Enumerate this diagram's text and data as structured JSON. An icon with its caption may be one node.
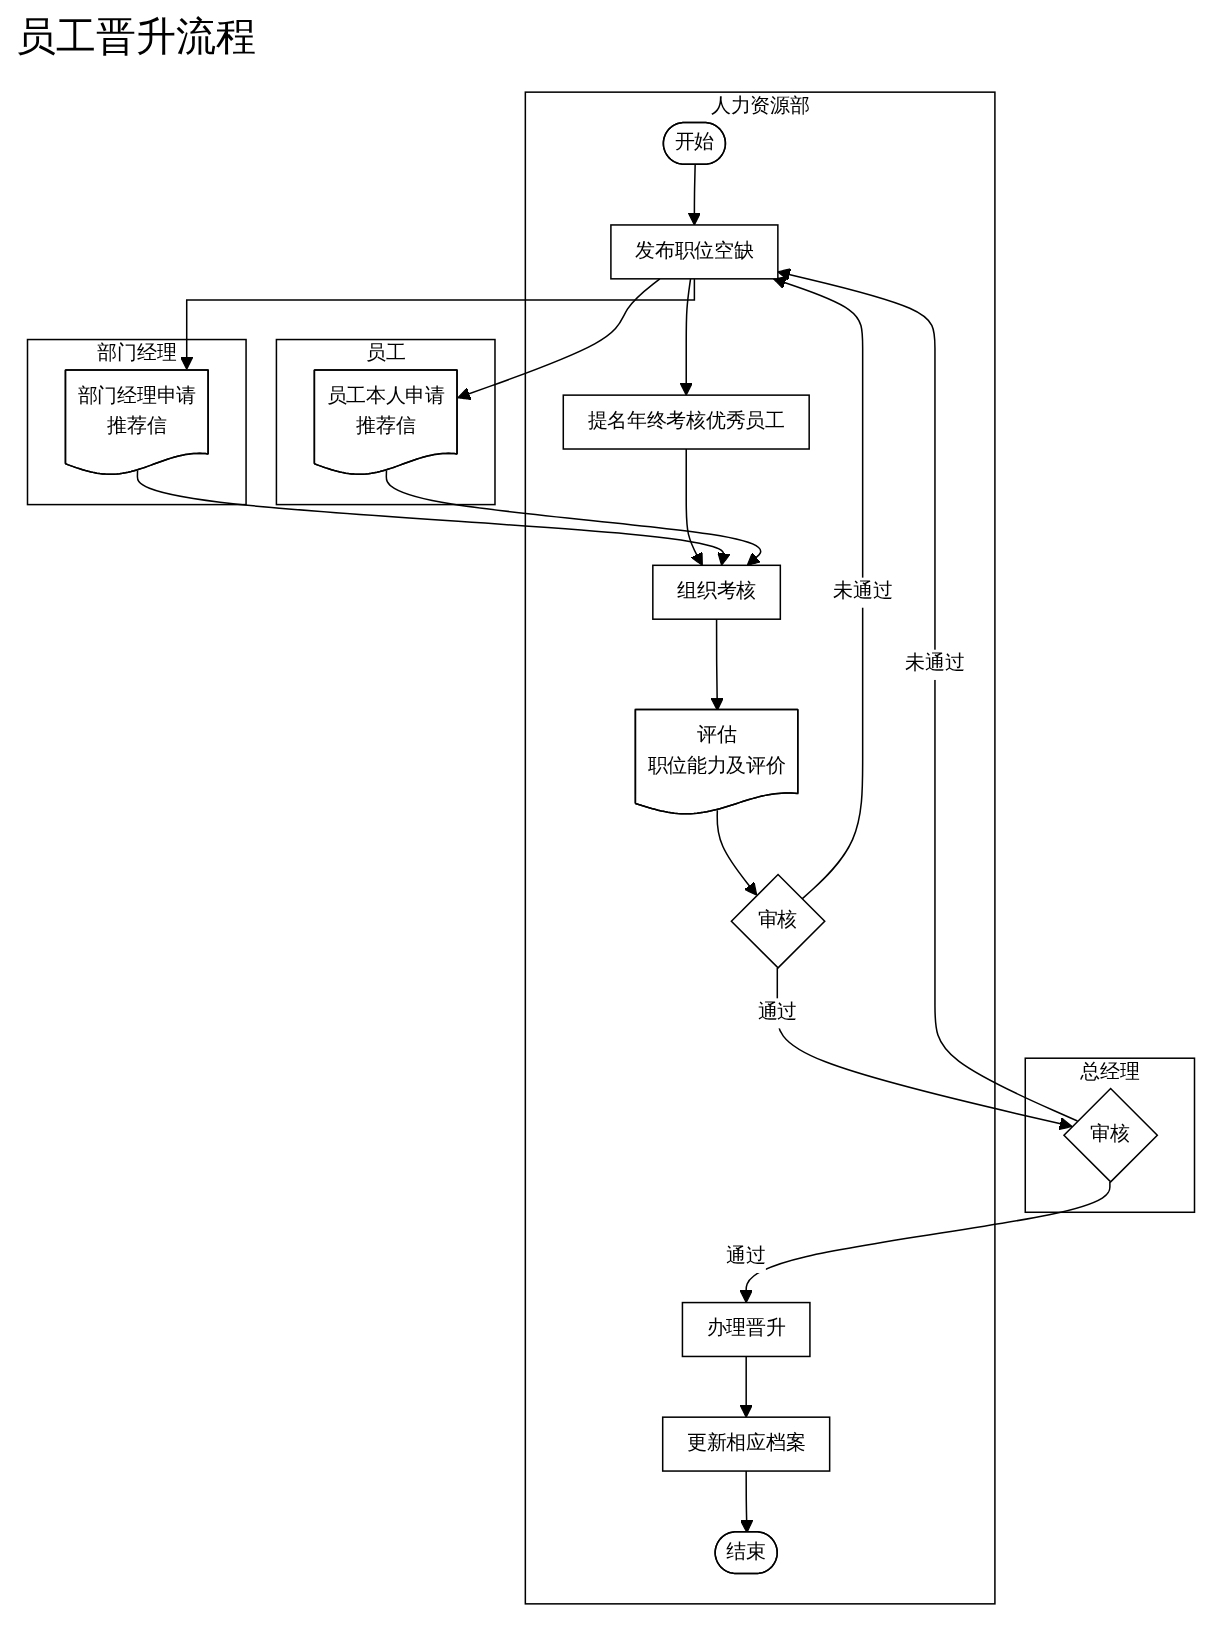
{
  "diagram": {
    "title": "员工晋升流程",
    "nodes": [
      {
        "text": [
          "总经理"
        ]
      },
      {
        "text": [
          "人力资源部"
        ]
      },
      {
        "text": [
          "部门经理"
        ]
      },
      {
        "text": [
          "员工"
        ]
      },
      {
        "text": [
          "开始"
        ],
        "in": 1
      },
      {
        "text": [
          "发布职位空缺"
        ],
        "in": 1
      },
      {
        "text": [
          "提名年终考核优秀员工"
        ],
        "in": 1
      },
      {
        "text": [
          "部门经理申请",
          "推荐信"
        ],
        "in": 2
      },
      {
        "text": [
          "员工本人申请",
          "推荐信"
        ],
        "in": 3
      },
      {
        "text": [
          "组织考核"
        ],
        "in": 1
      },
      {
        "text": [
          "评估",
          "职位能力及评价"
        ],
        "in": 1
      },
      {
        "text": [
          "审核"
        ],
        "in": 1
      },
      {
        "text": [
          "审核"
        ],
        "in": 0
      },
      {
        "text": [
          "办理晋升"
        ],
        "in": 1
      },
      {
        "text": [
          "更新相应档案"
        ],
        "in": 1
      },
      {
        "text": [
          "结束"
        ],
        "in": 1
      }
    ],
    "edges": [
      {
        "from": 4,
        "to": 5,
        "arrow": "to"
      },
      {
        "from": 5,
        "to": 7,
        "arrow": "to"
      },
      {
        "from": 5,
        "to": 6,
        "arrow": "to"
      },
      {
        "from": 5,
        "to": 8,
        "arrow": "to"
      },
      {
        "from": 6,
        "to": 9,
        "arrow": "to"
      },
      {
        "from": 7,
        "to": 9,
        "arrow": "to"
      },
      {
        "from": 8,
        "to": 9,
        "arrow": "to"
      },
      {
        "from": 9,
        "to": 10,
        "arrow": "to"
      },
      {
        "from": 10,
        "to": 11,
        "arrow": "to"
      },
      {
        "from": 11,
        "to": 5,
        "label": "未通过",
        "arrow": "to"
      },
      {
        "from": 11,
        "to": 12,
        "label": "通过",
        "arrow": "to"
      },
      {
        "from": 12,
        "to": 5,
        "label": "未通过",
        "arrow": "to"
      },
      {
        "from": 12,
        "to": 13,
        "label": "通过",
        "arrow": "to"
      },
      {
        "from": 13,
        "to": 14,
        "arrow": "to"
      },
      {
        "from": 14,
        "to": 15,
        "arrow": "to"
      }
    ]
  }
}
